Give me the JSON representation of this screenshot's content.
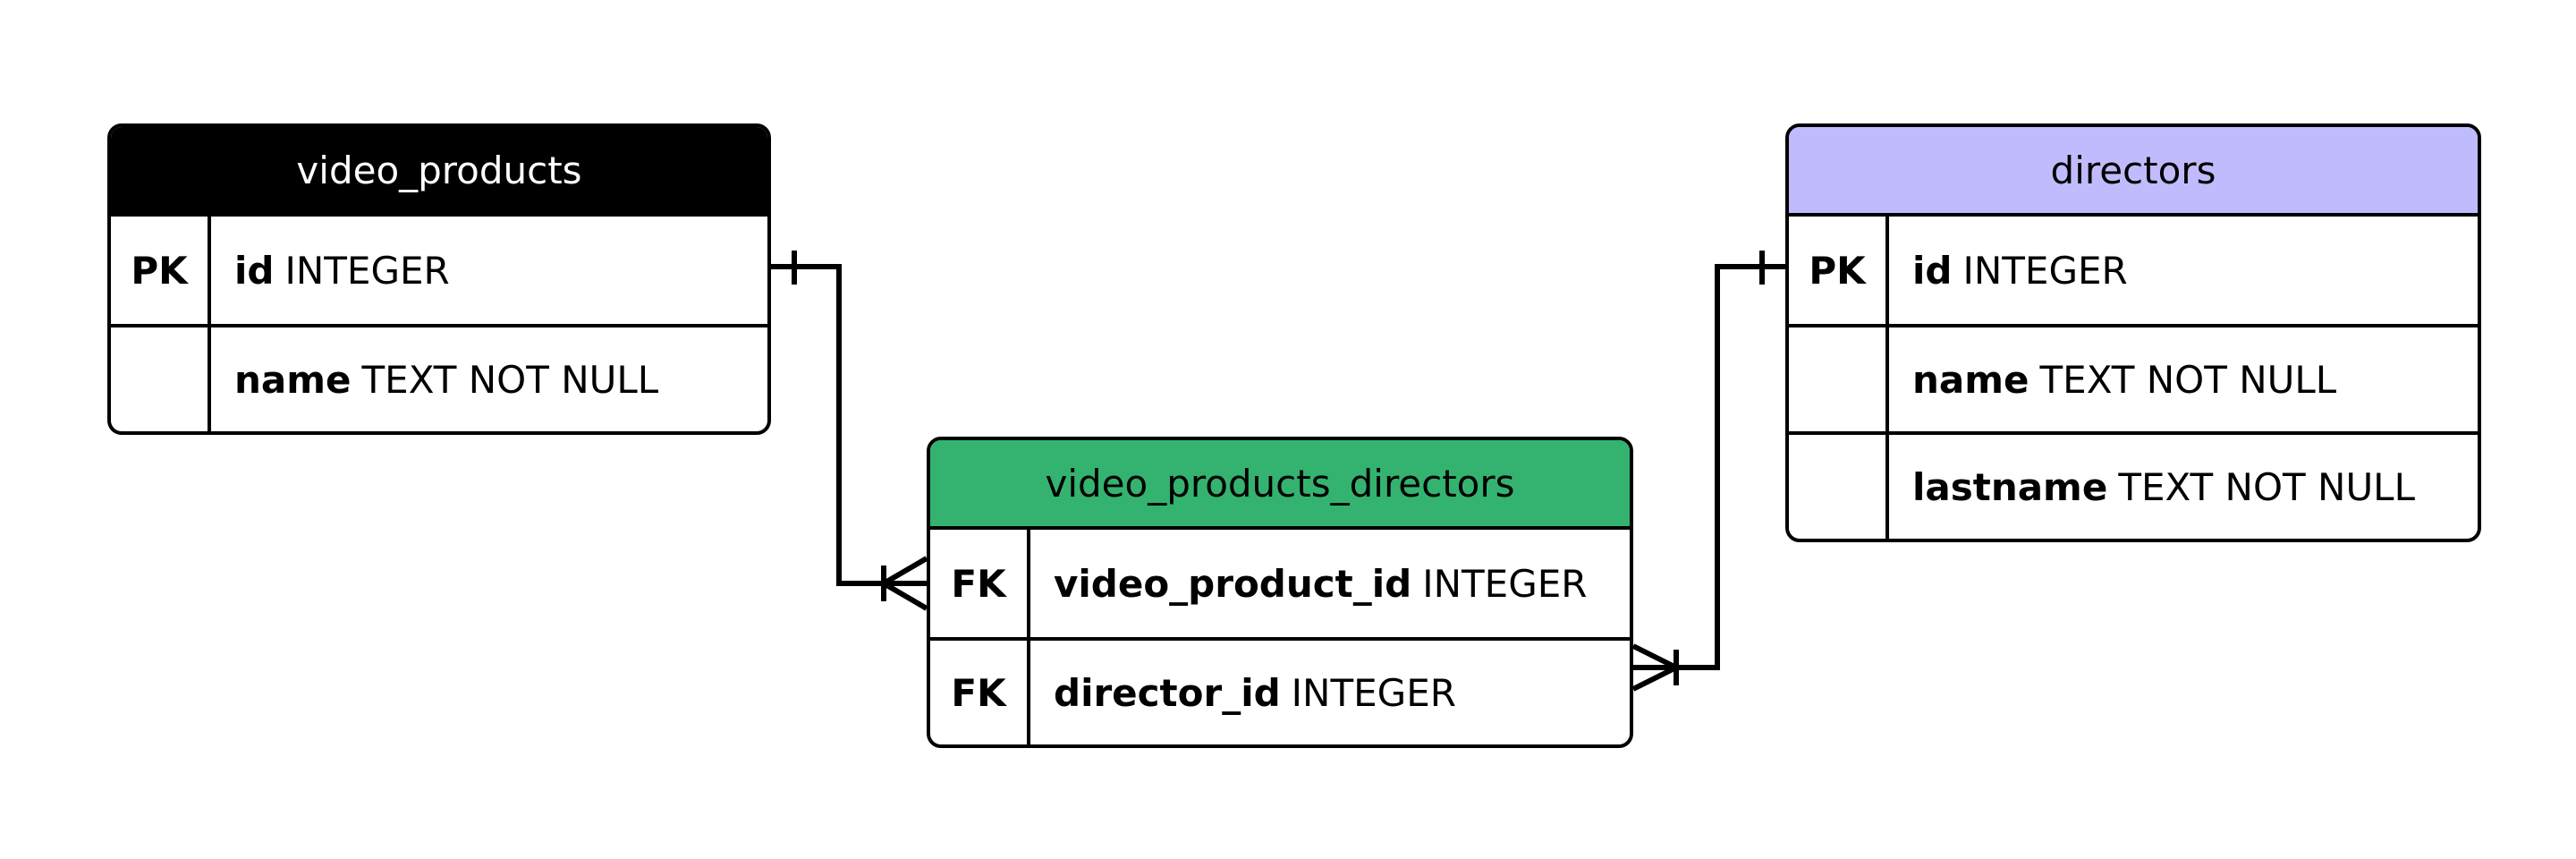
{
  "tables": {
    "video_products": {
      "title": "video_products",
      "header_color": "#000000",
      "header_text_color": "#ffffff",
      "rows": [
        {
          "key": "PK",
          "name": "id",
          "type": "INTEGER"
        },
        {
          "key": "",
          "name": "name",
          "type": "TEXT NOT NULL"
        }
      ]
    },
    "video_products_directors": {
      "title": "video_products_directors",
      "header_color": "#33B36F",
      "header_text_color": "#000000",
      "rows": [
        {
          "key": "FK",
          "name": "video_product_id",
          "type": "INTEGER"
        },
        {
          "key": "FK",
          "name": "director_id",
          "type": "INTEGER"
        }
      ]
    },
    "directors": {
      "title": "directors",
      "header_color": "#C0BBFD",
      "header_text_color": "#000000",
      "rows": [
        {
          "key": "PK",
          "name": "id",
          "type": "INTEGER"
        },
        {
          "key": "",
          "name": "name",
          "type": "TEXT NOT NULL"
        },
        {
          "key": "",
          "name": "lastname",
          "type": "TEXT NOT NULL"
        }
      ]
    }
  },
  "relationships": [
    {
      "from": "video_products.id",
      "from_cardinality": "one",
      "to": "video_products_directors.video_product_id",
      "to_cardinality": "many"
    },
    {
      "from": "directors.id",
      "from_cardinality": "one",
      "to": "video_products_directors.director_id",
      "to_cardinality": "many"
    }
  ]
}
